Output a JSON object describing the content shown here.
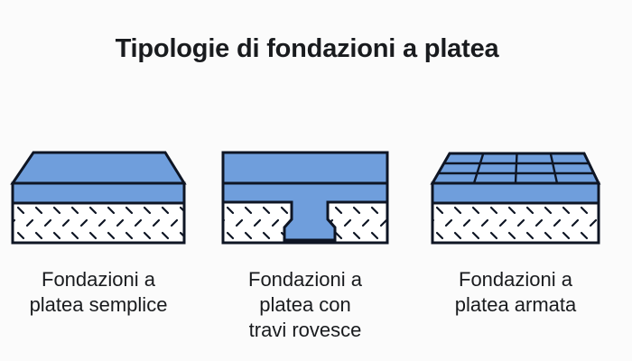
{
  "title": "Tipologie di fondazioni a platea",
  "colors": {
    "background": "#FBFBFB",
    "slab-blue": "#6F9EDC",
    "ink": "#0E1524",
    "text": "#191B1E"
  },
  "diagrams": [
    {
      "name": "platea-semplice",
      "caption": "Fondazioni a\nplatea semplice"
    },
    {
      "name": "platea-travi-rovesce",
      "caption": "Fondazioni a\nplatea con\ntravi rovesce"
    },
    {
      "name": "platea-armata",
      "caption": "Fondazioni a\nplatea armata"
    }
  ]
}
